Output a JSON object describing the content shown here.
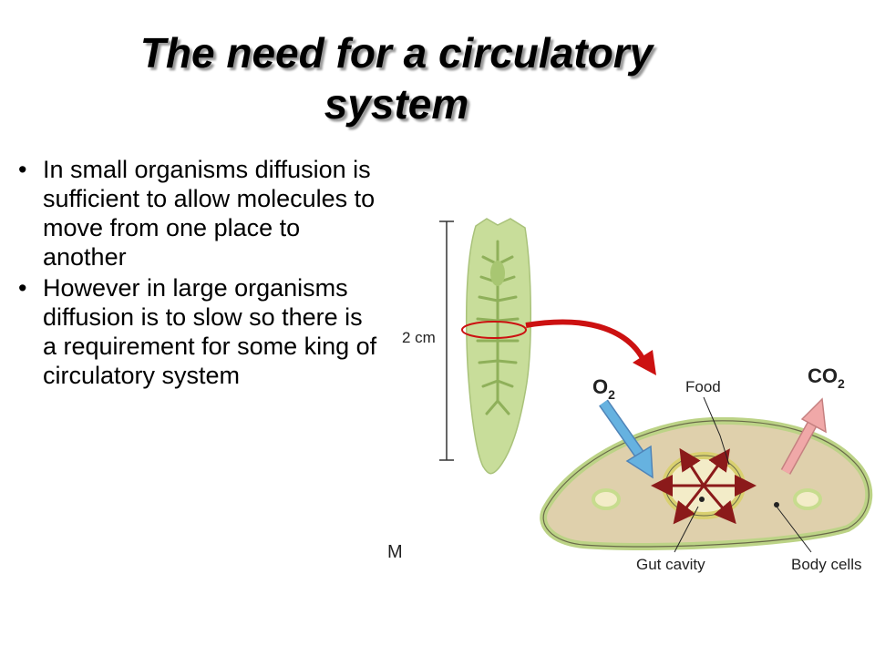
{
  "slide": {
    "title_line1": "The need for a circulatory",
    "title_line2": "system",
    "bullets": [
      "In small organisms diffusion is sufficient to allow molecules to move from one place to another",
      "However in large organisms diffusion is to slow so there is a requirement for some king of circulatory system"
    ]
  },
  "diagram": {
    "scale_label": "2 cm",
    "o2_label": "O",
    "o2_sub": "2",
    "co2_label": "CO",
    "co2_sub": "2",
    "food_label": "Food",
    "gut_label": "Gut cavity",
    "body_cells_label": "Body cells",
    "cut_glyph": "M",
    "colors": {
      "worm_fill": "#c8dd9a",
      "worm_gut": "#8fb05a",
      "body_fill": "#dfd0ac",
      "body_edge": "#c7dc8e",
      "o2_arrow": "#66b2e0",
      "co2_arrow": "#f0a8a8",
      "red_curve": "#cc1111",
      "diffusion_arrows": "#8b1a1a"
    }
  }
}
